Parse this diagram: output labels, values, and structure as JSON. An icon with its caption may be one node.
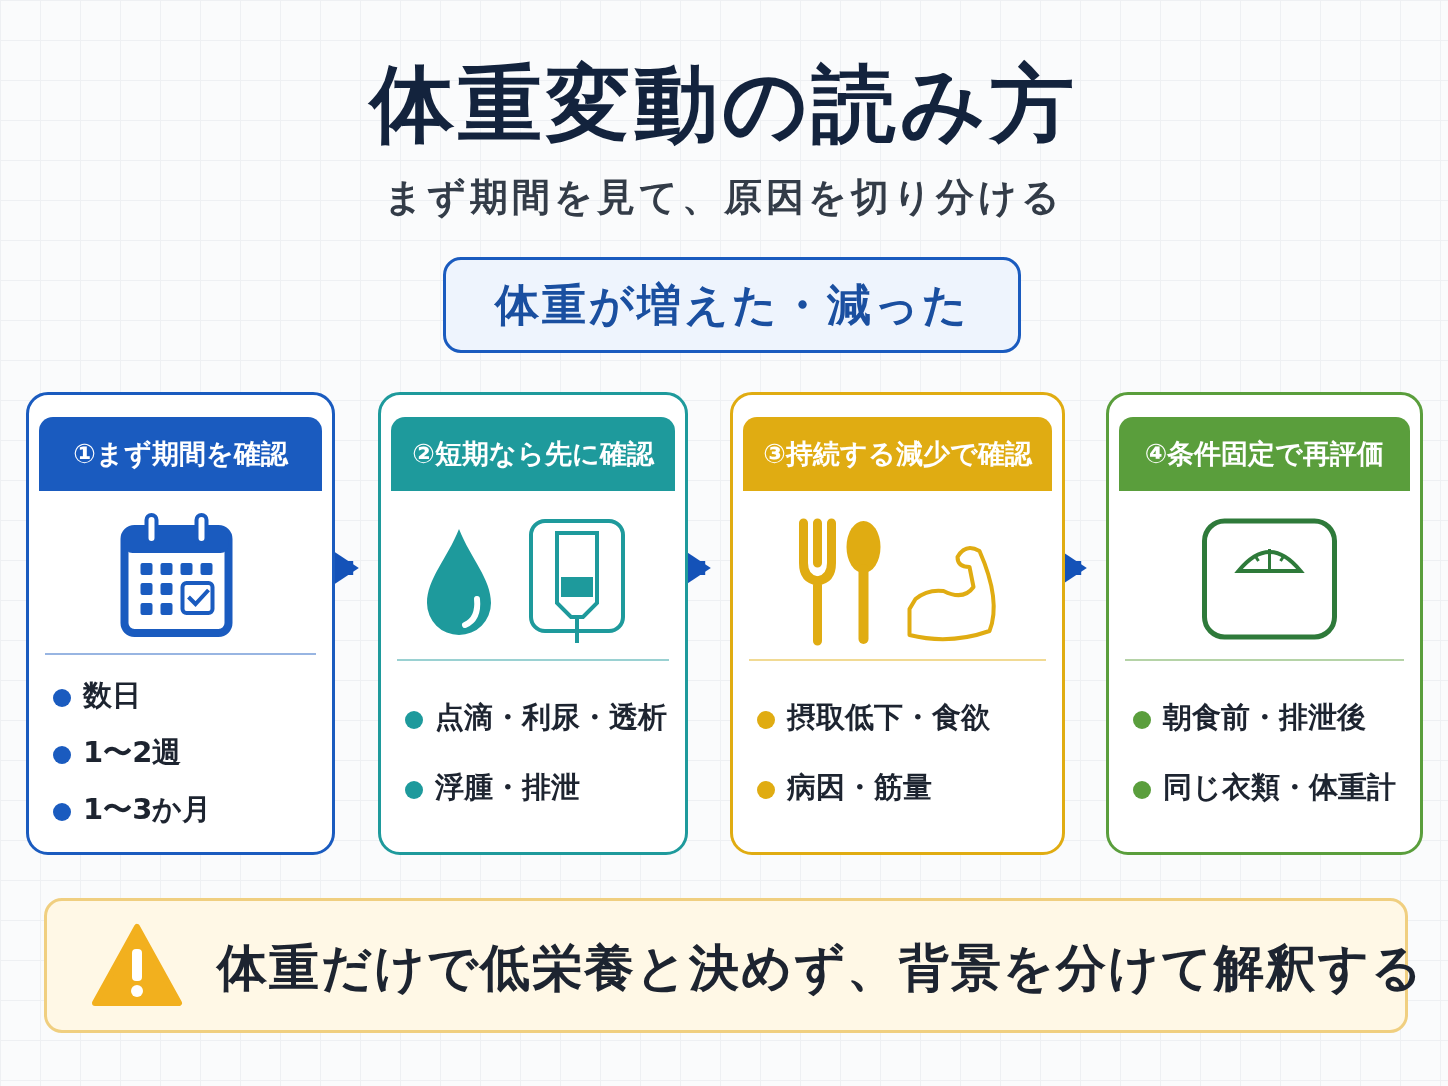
{
  "diagram": {
    "title": "体重変動の読み方",
    "nodes": [
      {
        "text": [
          "体重が増えた・減った"
        ]
      },
      {
        "text": [
          "①まず期間を確認",
          "数日",
          "1〜2週",
          "1〜3か月"
        ]
      },
      {
        "text": [
          "②短期なら先に確認",
          "点滴・利尿・透析",
          "浮腫・排泄"
        ]
      },
      {
        "text": [
          "③持続する減少で確認",
          "摂取低下・食欲",
          "病因・筋量"
        ]
      },
      {
        "text": [
          "④条件固定で再評価",
          "朝食前・排泄後",
          "同じ衣類・体重計"
        ]
      },
      {
        "text": [
          "体重だけで低栄養と決めず、背景を分けて解釈する"
        ]
      }
    ],
    "edges": [
      {
        "from": 1,
        "to": 2,
        "arrow": "to"
      },
      {
        "from": 2,
        "to": 3,
        "arrow": "to"
      },
      {
        "from": 3,
        "to": 4,
        "arrow": "to"
      }
    ],
    "labels": [
      "まず期間を見て、原因を切り分ける"
    ]
  }
}
